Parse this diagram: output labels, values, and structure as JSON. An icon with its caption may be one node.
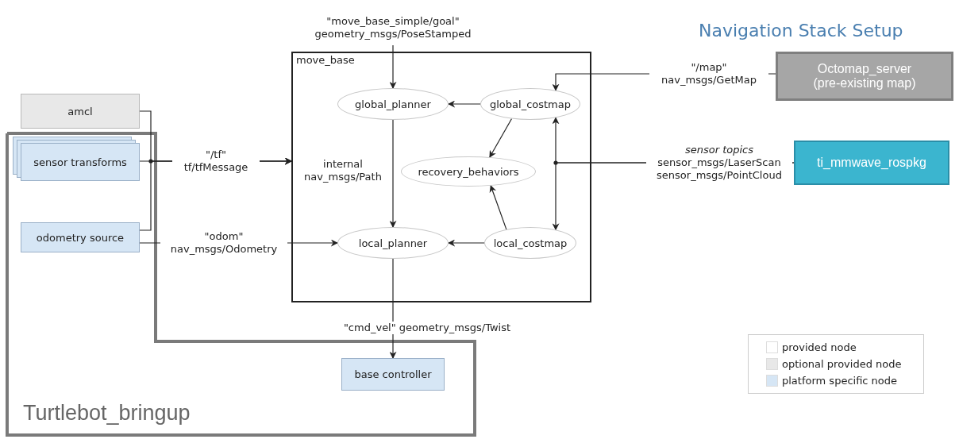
{
  "diagram": {
    "title": "Navigation Stack Setup",
    "nodes": [
      {
        "text": [
          "move_base"
        ]
      },
      {
        "text": [
          "global_planner"
        ],
        "in": 0
      },
      {
        "text": [
          "global_costmap"
        ],
        "in": 0
      },
      {
        "text": [
          "recovery_behaviors"
        ],
        "in": 0
      },
      {
        "text": [
          "local_planner"
        ],
        "in": 0
      },
      {
        "text": [
          "local_costmap"
        ],
        "in": 0
      },
      {
        "text": [
          "amcl"
        ]
      },
      {
        "text": [
          "Turtlebot_bringup"
        ]
      },
      {
        "text": [
          "sensor transforms"
        ],
        "in": 7
      },
      {
        "text": [
          "odometry source"
        ],
        "in": 7
      },
      {
        "text": [
          "base controller"
        ],
        "in": 7
      },
      {
        "text": [
          "Octomap_server",
          "(pre-existing map)"
        ]
      },
      {
        "text": [
          "ti_mmwave_rospkg"
        ]
      }
    ],
    "edges": [
      {
        "from": null,
        "to": 1,
        "arrow": "to",
        "label": "\"move_base_simple/goal\" geometry_msgs/PoseStamped"
      },
      {
        "from": 11,
        "to": 2,
        "arrow": "to",
        "label": "\"/map\" nav_msgs/GetMap"
      },
      {
        "from": 2,
        "to": 1,
        "arrow": "to"
      },
      {
        "from": 2,
        "to": 3,
        "arrow": "to"
      },
      {
        "from": 5,
        "to": 3,
        "arrow": "to"
      },
      {
        "from": 5,
        "to": 4,
        "arrow": "to"
      },
      {
        "from": 1,
        "to": 4,
        "arrow": "to",
        "label": "internal nav_msgs/Path"
      },
      {
        "from": 8,
        "to": 0,
        "arrow": "to",
        "label": "\"/tf\" tf/tfMessage"
      },
      {
        "from": 6,
        "to": 0,
        "arrow": "to"
      },
      {
        "from": 9,
        "to": 0,
        "arrow": "to"
      },
      {
        "from": 9,
        "to": 4,
        "arrow": "to",
        "label": "\"odom\" nav_msgs/Odometry"
      },
      {
        "from": 4,
        "to": 10,
        "arrow": "to",
        "label": "\"cmd_vel\" geometry_msgs/Twist"
      },
      {
        "from": 12,
        "to": 2,
        "arrow": "to",
        "label": "*sensor topics* sensor_msgs/LaserScan sensor_msgs/PointCloud"
      },
      {
        "from": 12,
        "to": 5,
        "arrow": "to"
      }
    ],
    "legend": [
      {
        "text": "provided node",
        "color": "#ffffff"
      },
      {
        "text": "optional provided node",
        "color": "#e8e8e8"
      },
      {
        "text": "platform specific node",
        "color": "#d6e6f5"
      }
    ]
  }
}
